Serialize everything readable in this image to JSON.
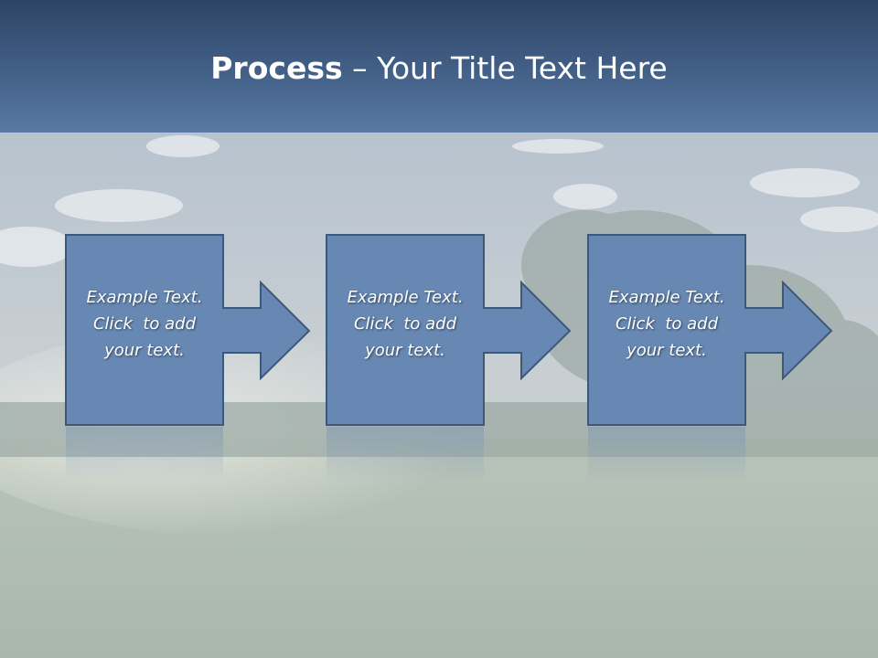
{
  "title": {
    "bold": "Process",
    "rest": " – Your Title Text Here"
  },
  "steps": [
    {
      "line1": "Example Text.",
      "line2": "Click  to add",
      "line3": "your text."
    },
    {
      "line1": "Example Text.",
      "line2": "Click  to add",
      "line3": "your text."
    },
    {
      "line1": "Example Text.",
      "line2": "Click  to add",
      "line3": "your text."
    }
  ],
  "colors": {
    "title_bar_top": "#2e4465",
    "title_bar_bottom": "#5879a3",
    "shape_fill": "#6688b3",
    "shape_stroke": "#3e587a",
    "text": "#ffffff"
  }
}
